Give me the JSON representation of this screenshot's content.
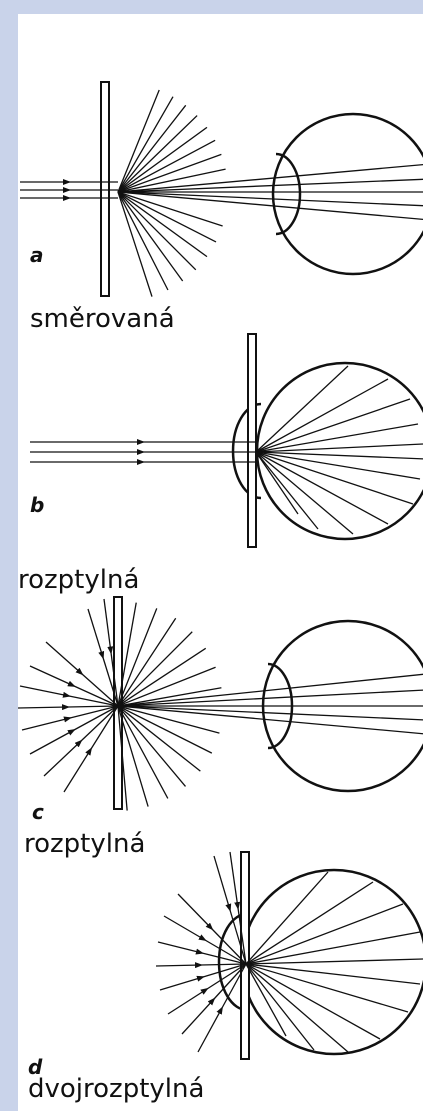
{
  "panels": [
    {
      "letter": "a",
      "caption": "směrovaná",
      "kind": "directed"
    },
    {
      "letter": "b",
      "caption": "rozptylná",
      "kind": "diffuse"
    },
    {
      "letter": "c",
      "caption": "rozptylná",
      "kind": "diffuse"
    },
    {
      "letter": "d",
      "caption": "dvojrozptylná",
      "kind": "double-diffuse"
    }
  ],
  "colors": {
    "background": "#c9d3ea",
    "panel": "#ffffff",
    "ink": "#111111"
  }
}
